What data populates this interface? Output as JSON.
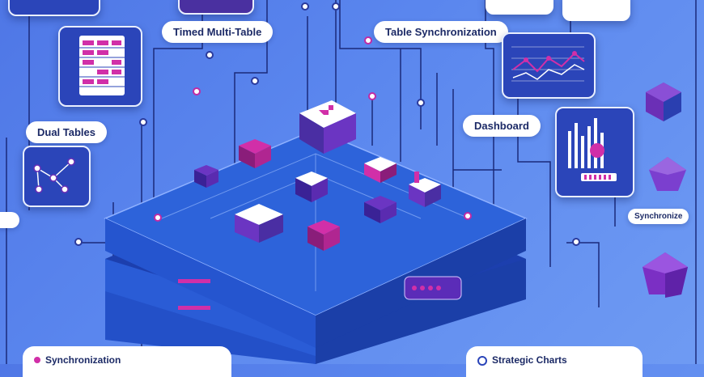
{
  "labels": {
    "top_left": "Timed Multi-Table",
    "top_right": "Table Synchronization",
    "left": "Dual Tables",
    "right": "Dashboard",
    "right_small": "Synchronize",
    "bottom_left": "Synchronization",
    "bottom_right": "Strategic Charts"
  },
  "colors": {
    "background": "#5a86ee",
    "panel": "#2b45b9",
    "accent_purple": "#6b2fb6",
    "accent_pink": "#d12fa8",
    "platform": "#1f4fc9"
  },
  "icons": [
    "table-icon",
    "line-chart-icon",
    "bar-chart-icon",
    "network-graph-icon",
    "cube-icon",
    "gem-icon"
  ]
}
